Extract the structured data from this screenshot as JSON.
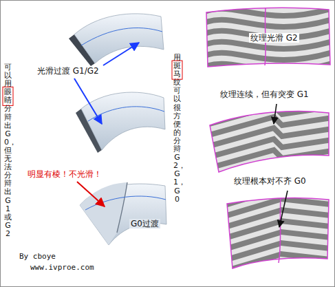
{
  "diagram": {
    "labels": [
      "可以用眼睛分辩出G0，但无法分辩出G1或G2",
      "光滑过渡 G1/G2",
      "明显有棱！不光滑！",
      "G0过渡",
      "By cboye",
      "www.ivproe.com",
      "用斑马纹可以很方便的分辩G2，G1，G0",
      "纹理光滑 G2",
      "纹理连续，但有突变 G1",
      "纹理根本对不齐 G0"
    ]
  }
}
